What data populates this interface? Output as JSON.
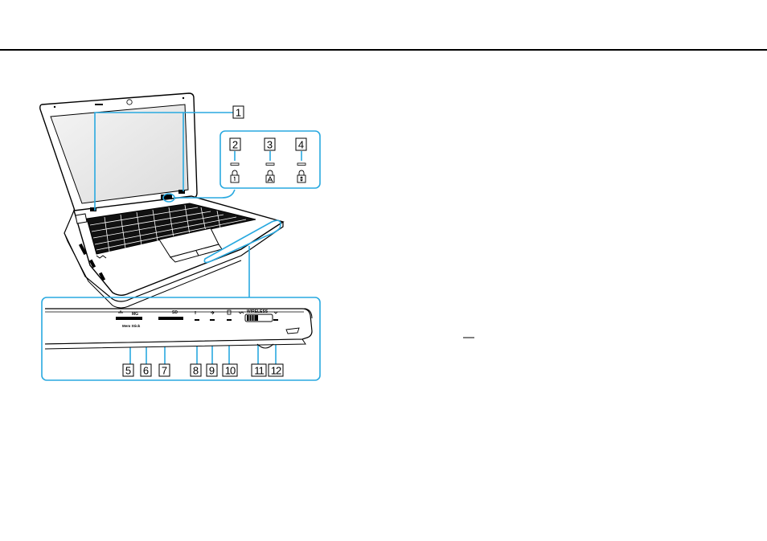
{
  "callouts": [
    "1",
    "2",
    "3",
    "4",
    "5",
    "6",
    "7",
    "8",
    "9",
    "10",
    "11",
    "12"
  ],
  "front_labels": {
    "mg": "MG",
    "memory_stick": "Mem Stick",
    "sd": "SD",
    "wireless": "WIRELESS"
  },
  "colors": {
    "leader": "#29a9e0",
    "line": "#000000"
  },
  "icons": {
    "num_lock": "num-lock-indicator-icon",
    "caps_lock": "caps-lock-indicator-icon",
    "scroll_lock": "scroll-lock-indicator-icon"
  }
}
